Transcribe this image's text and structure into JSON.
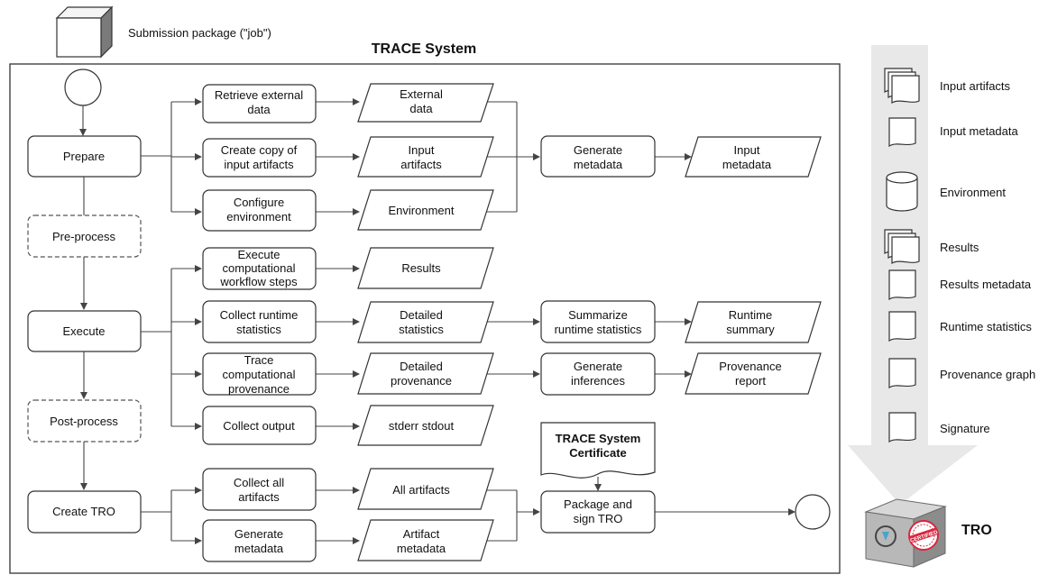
{
  "submission_label": "Submission package (\"job\")",
  "system_title": "TRACE System",
  "stages": {
    "prepare": "Prepare",
    "preprocess": "Pre-process",
    "execute": "Execute",
    "postprocess": "Post-process",
    "create_tro": "Create TRO"
  },
  "prepare": {
    "retrieve": [
      "Retrieve external",
      "data"
    ],
    "external_data": [
      "External",
      "data"
    ],
    "copy": [
      "Create copy of",
      "input artifacts"
    ],
    "input_artifacts": [
      "Input",
      "artifacts"
    ],
    "configure": [
      "Configure",
      "environment"
    ],
    "environment": [
      "Environment"
    ],
    "generate_metadata": [
      "Generate",
      "metadata"
    ],
    "input_metadata": [
      "Input",
      "metadata"
    ]
  },
  "execute": {
    "exec_steps": [
      "Execute",
      "computational",
      "workflow steps"
    ],
    "results": [
      "Results"
    ],
    "collect_runtime": [
      "Collect runtime",
      "statistics"
    ],
    "detailed_statistics": [
      "Detailed",
      "statistics"
    ],
    "summarize": [
      "Summarize",
      "runtime statistics"
    ],
    "runtime_summary": [
      "Runtime",
      "summary"
    ],
    "trace_prov": [
      "Trace",
      "computational",
      "provenance"
    ],
    "detailed_provenance": [
      "Detailed",
      "provenance"
    ],
    "generate_inferences": [
      "Generate",
      "inferences"
    ],
    "provenance_report": [
      "Provenance",
      "report"
    ],
    "collect_output": [
      "Collect output"
    ],
    "stderr_stdout": [
      "stderr stdout"
    ]
  },
  "tro": {
    "collect_all": [
      "Collect all",
      "artifacts"
    ],
    "all_artifacts": [
      "All artifacts"
    ],
    "generate_metadata": [
      "Generate",
      "metadata"
    ],
    "artifact_metadata": [
      "Artifact",
      "metadata"
    ],
    "certificate": [
      "TRACE System",
      "Certificate"
    ],
    "package": [
      "Package and",
      "sign TRO"
    ]
  },
  "legend": {
    "input_artifacts": "Input artifacts",
    "input_metadata": "Input metadata",
    "environment": "Environment",
    "results": "Results",
    "results_metadata": "Results metadata",
    "runtime_statistics": "Runtime statistics",
    "provenance_graph": "Provenance graph",
    "signature": "Signature"
  },
  "tro_label": "TRO",
  "stamp_text": "CERTIFIED",
  "colors": {
    "stroke": "#333333",
    "big_arrow": "#e6e6e6",
    "stamp": "#d9263f",
    "box3d": "#8a8a8a"
  }
}
